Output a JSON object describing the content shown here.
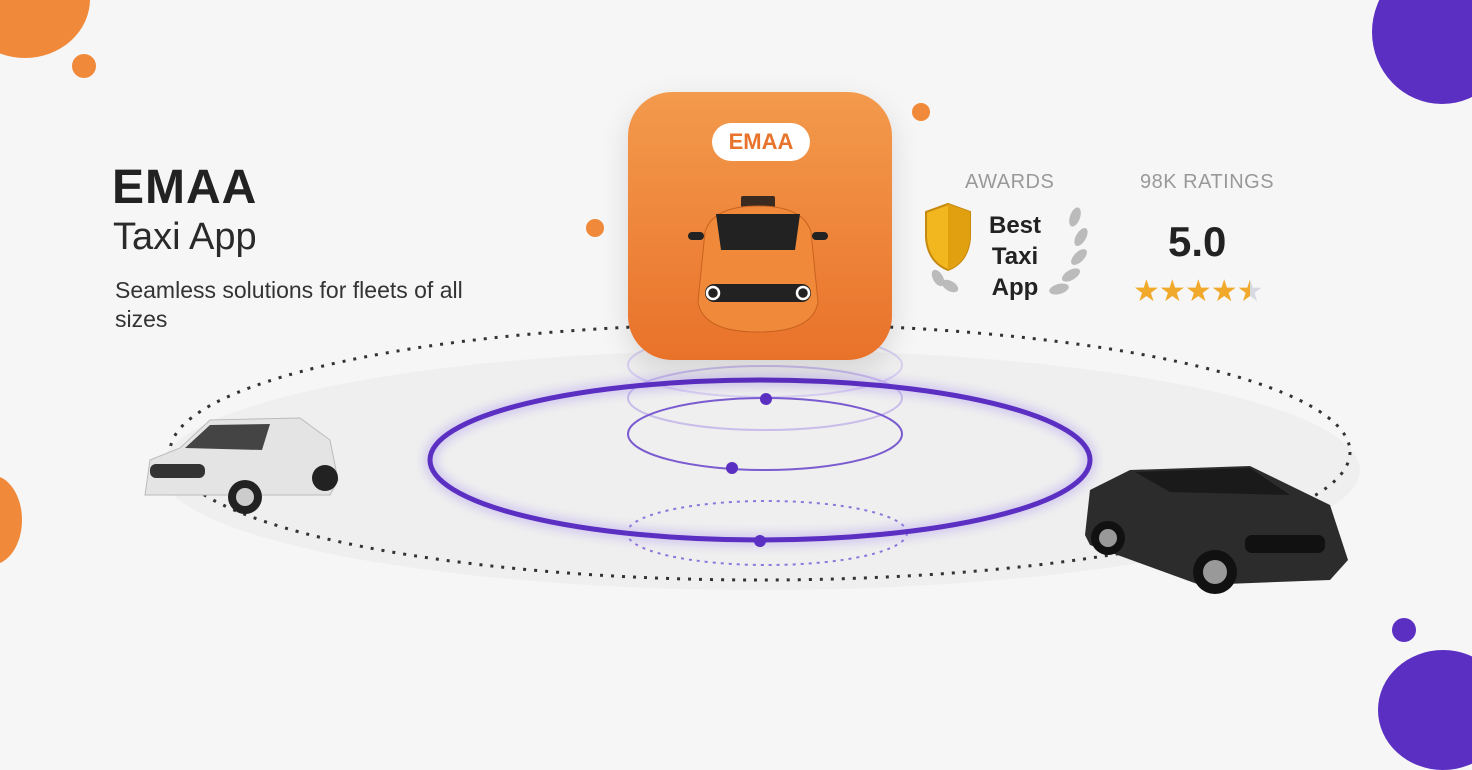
{
  "hero": {
    "title": "EMAA",
    "subtitle": "Taxi App",
    "tagline": "Seamless solutions for fleets of all sizes"
  },
  "app_icon": {
    "badge_label": "EMAA"
  },
  "awards": {
    "header": "AWARDS",
    "award_text": "Best Taxi App"
  },
  "ratings": {
    "header": "98K RATINGS",
    "score": "5.0",
    "stars_filled": 4.5,
    "stars_total": 5
  },
  "colors": {
    "orange": "#f08a3a",
    "purple": "#5b2fc2",
    "star": "#f0a92a"
  }
}
